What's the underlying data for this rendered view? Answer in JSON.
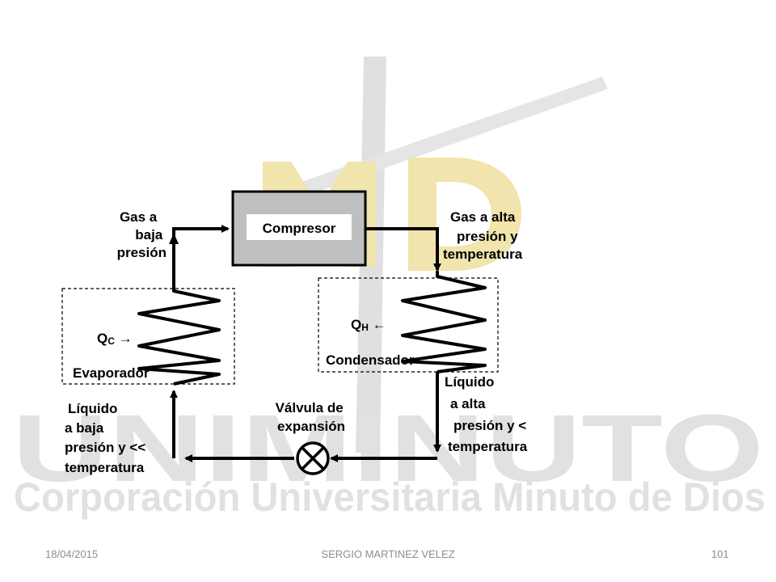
{
  "watermark": {
    "logo_letters": "MD",
    "brand": "UNIMINUTO",
    "subtitle": "Corporación Universitaria Minuto de Dios"
  },
  "diagram": {
    "compressor": "Compresor",
    "gas_low": [
      "Gas a",
      "baja",
      "presión"
    ],
    "gas_high": [
      "Gas a alta",
      "presión y",
      "temperatura"
    ],
    "qc_main": "Q",
    "qc_sub": "C",
    "qh_main": "Q",
    "qh_sub": "H",
    "evaporator": "Evaporador",
    "condenser": "Condensador",
    "liquid_high": [
      "Líquido",
      "a alta",
      "presión y <",
      "temperatura"
    ],
    "liquid_low": [
      "Líquido",
      "a baja",
      "presión y <<",
      "temperatura"
    ],
    "valve": [
      "Válvula de",
      "expansión"
    ]
  },
  "footer": {
    "date": "18/04/2015",
    "author": "SERGIO MARTINEZ VELEZ",
    "page": "101"
  }
}
